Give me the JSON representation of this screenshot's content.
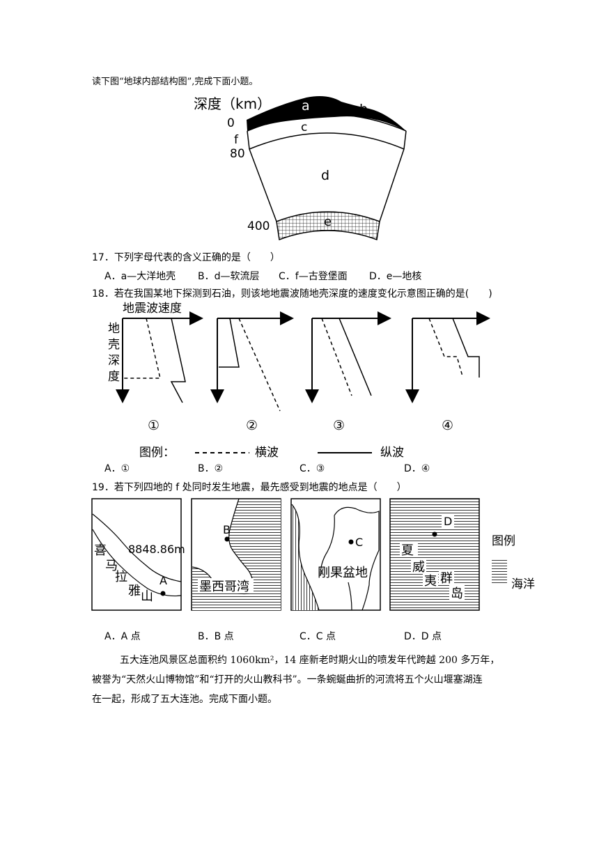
{
  "intro1": "读下图“地球内部结构图”,完成下面小题。",
  "fig1": {
    "depth_label": "深度（km）",
    "d0": "0",
    "d80": "80",
    "d400": "400",
    "la": "a",
    "lb": "b",
    "lc": "c",
    "ld": "d",
    "le": "e",
    "lf": "f"
  },
  "q17": {
    "stem": "17．下列字母代表的含义正确的是（　　）",
    "A": "A．a—大洋地壳",
    "B": "B．d—软流层",
    "C": "C．f—古登堡面",
    "D": "D．e—地核"
  },
  "q18": {
    "stem": "18．若在我国某地下探测到石油，则该地地震波随地壳深度的速度变化示意图正确的是(　　)",
    "xaxis": "地震波速度",
    "yaxis": [
      "地",
      "壳",
      "深",
      "度"
    ],
    "n1": "①",
    "n2": "②",
    "n3": "③",
    "n4": "④",
    "legend_title": "图例：",
    "legend_s": "横波",
    "legend_p": "纵波",
    "A": "A．①",
    "B": "B．②",
    "C": "C．③",
    "D": "D．④"
  },
  "q19": {
    "stem": "19．若下列四地的 f 处同时发生地震，最先感受到地震的地点是（　　）",
    "map1": {
      "name": [
        "喜",
        "马",
        "拉",
        "雅",
        "山"
      ],
      "elev": "8848.86m",
      "pt": "A"
    },
    "map2": {
      "name": "墨西哥湾",
      "pt": "B"
    },
    "map3": {
      "name": "刚果盆地",
      "pt": "C"
    },
    "map4": {
      "name": [
        "夏",
        "威",
        "夷",
        "群",
        "岛"
      ],
      "pt": "D"
    },
    "legend_title": "图例",
    "legend_sea": "海洋",
    "A": "A．A 点",
    "B": "B．B 点",
    "C": "C．C 点",
    "D": "D．D 点"
  },
  "para": {
    "line1": "五大连池风景区总面积约 1060km²，14 座新老时期火山的喷发年代跨越 200 多万年，",
    "line2": "被誉为“天然火山博物馆”和“打开的火山教科书”。一条蜿蜒曲折的河流将五个火山堰塞湖连",
    "line3": "在一起，形成了五大连池。完成下面小题。"
  }
}
